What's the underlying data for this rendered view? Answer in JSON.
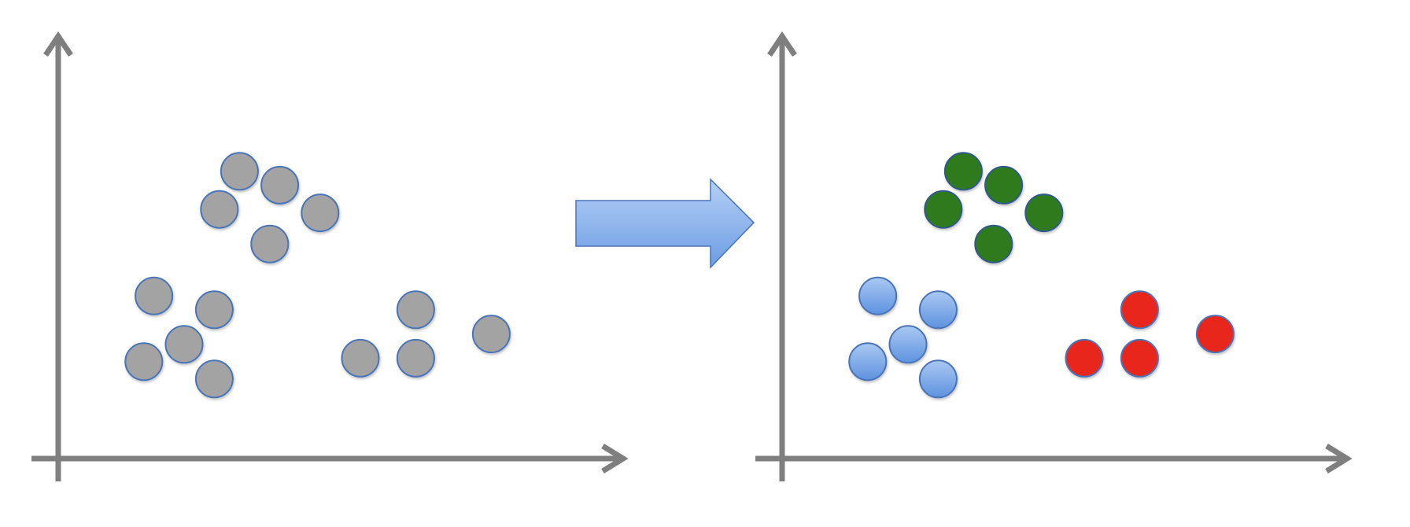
{
  "colors": {
    "axis": "#7f7f7f",
    "unclustered_fill": "#a3a3a3",
    "point_stroke": "#4a74b8",
    "cluster_green": "#2e7a1f",
    "cluster_green_stroke": "#2f5a8a",
    "cluster_blue_light": "#aac8f2",
    "cluster_blue_dark": "#5e92e0",
    "cluster_red": "#e8261a",
    "arrow_light": "#b6d0f6",
    "arrow_dark": "#6b9de3",
    "arrow_stroke": "#4a74b8"
  },
  "icons": {
    "transition": "right-arrow-icon"
  },
  "chart_data": [
    {
      "type": "scatter",
      "xlabel": "",
      "ylabel": "",
      "points": [
        {
          "x": 0.36,
          "y": 0.83,
          "group": "unclustered"
        },
        {
          "x": 0.44,
          "y": 0.79,
          "group": "unclustered"
        },
        {
          "x": 0.32,
          "y": 0.72,
          "group": "unclustered"
        },
        {
          "x": 0.52,
          "y": 0.71,
          "group": "unclustered"
        },
        {
          "x": 0.42,
          "y": 0.62,
          "group": "unclustered"
        },
        {
          "x": 0.19,
          "y": 0.47,
          "group": "unclustered"
        },
        {
          "x": 0.31,
          "y": 0.43,
          "group": "unclustered"
        },
        {
          "x": 0.25,
          "y": 0.33,
          "group": "unclustered"
        },
        {
          "x": 0.17,
          "y": 0.28,
          "group": "unclustered"
        },
        {
          "x": 0.31,
          "y": 0.23,
          "group": "unclustered"
        },
        {
          "x": 0.71,
          "y": 0.43,
          "group": "unclustered"
        },
        {
          "x": 0.86,
          "y": 0.36,
          "group": "unclustered"
        },
        {
          "x": 0.6,
          "y": 0.29,
          "group": "unclustered"
        },
        {
          "x": 0.71,
          "y": 0.29,
          "group": "unclustered"
        }
      ]
    },
    {
      "type": "scatter",
      "xlabel": "",
      "ylabel": "",
      "points": [
        {
          "x": 0.36,
          "y": 0.83,
          "group": "green"
        },
        {
          "x": 0.44,
          "y": 0.79,
          "group": "green"
        },
        {
          "x": 0.32,
          "y": 0.72,
          "group": "green"
        },
        {
          "x": 0.52,
          "y": 0.71,
          "group": "green"
        },
        {
          "x": 0.42,
          "y": 0.62,
          "group": "green"
        },
        {
          "x": 0.19,
          "y": 0.47,
          "group": "blue"
        },
        {
          "x": 0.31,
          "y": 0.43,
          "group": "blue"
        },
        {
          "x": 0.25,
          "y": 0.33,
          "group": "blue"
        },
        {
          "x": 0.17,
          "y": 0.28,
          "group": "blue"
        },
        {
          "x": 0.31,
          "y": 0.23,
          "group": "blue"
        },
        {
          "x": 0.71,
          "y": 0.43,
          "group": "red"
        },
        {
          "x": 0.86,
          "y": 0.36,
          "group": "red"
        },
        {
          "x": 0.6,
          "y": 0.29,
          "group": "red"
        },
        {
          "x": 0.71,
          "y": 0.29,
          "group": "red"
        }
      ]
    }
  ]
}
